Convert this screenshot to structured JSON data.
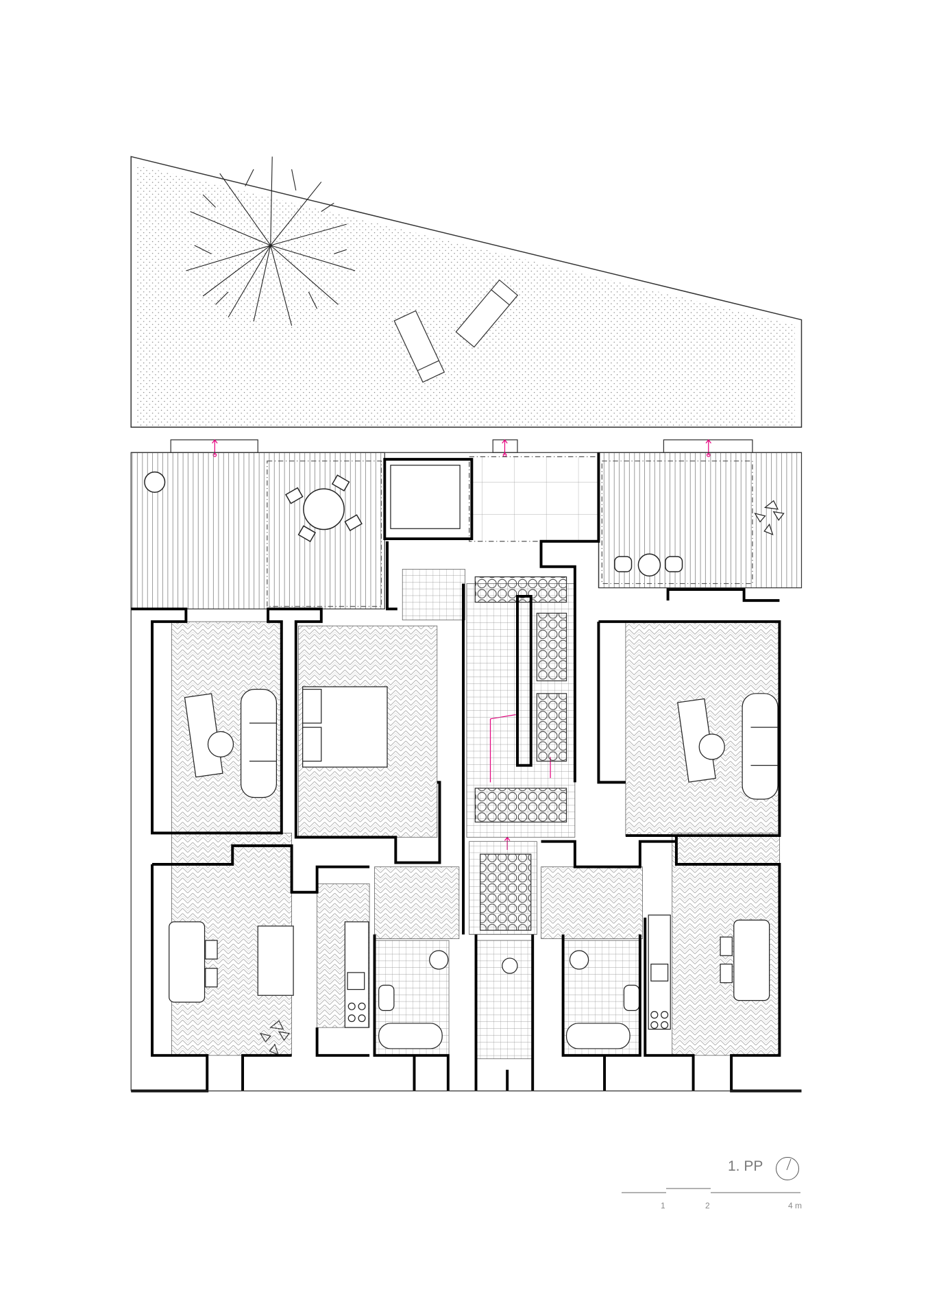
{
  "drawing": {
    "floor_label": "1. PP",
    "north_arrow": "north-arrow-icon",
    "scale_bar": {
      "labels": [
        "1",
        "2",
        "4 m"
      ],
      "unit": "m"
    }
  },
  "colors": {
    "walls": "#000000",
    "lines": "#555555",
    "accent": "#e6007e",
    "label": "#7a7a7a"
  }
}
